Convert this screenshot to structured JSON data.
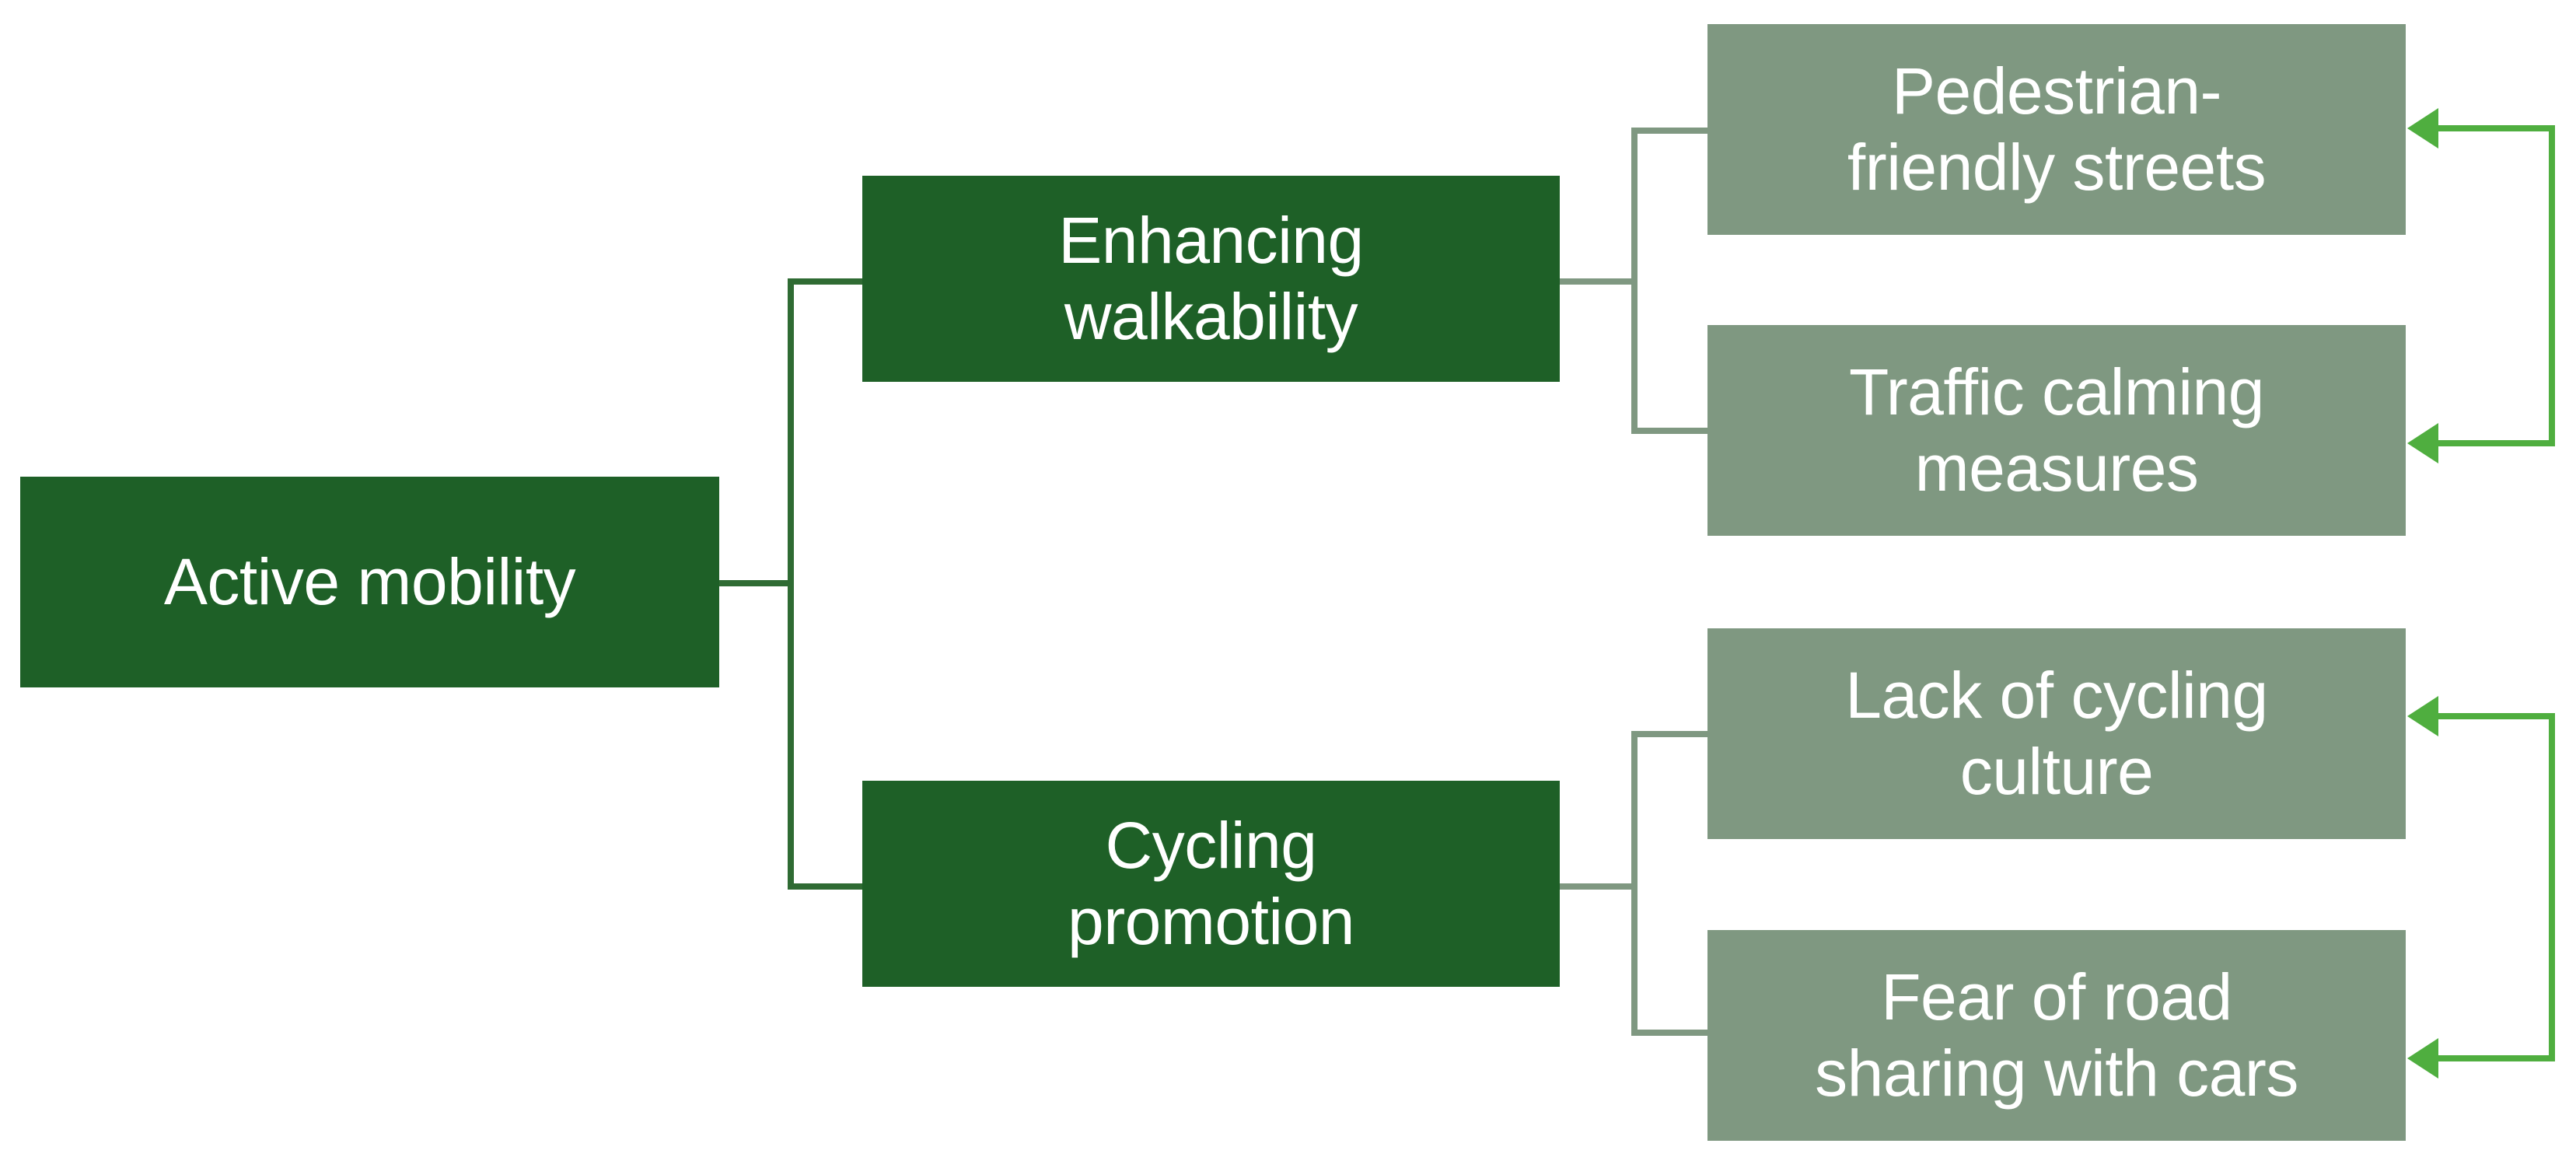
{
  "diagram": {
    "title": "Active mobility",
    "type": "hierarchy-tree",
    "colors": {
      "level1_box": "#1E6027",
      "level2_box": "#1E6027",
      "level3_box": "#7F9881",
      "connector_dark": "#2F6B33",
      "connector_light": "#7F9881",
      "arrow_green": "#4FAE3F",
      "text": "#FFFFFF",
      "background": "#FFFFFF"
    },
    "root": {
      "label": "Active mobility"
    },
    "branches": [
      {
        "label": "Enhancing walkability",
        "line1": "Enhancing",
        "line2": "walkability",
        "children": [
          {
            "label": "Pedestrian-friendly streets",
            "line1": "Pedestrian-",
            "line2": "friendly streets",
            "has_incoming_arrow": true
          },
          {
            "label": "Traffic calming measures",
            "line1": "Traffic calming",
            "line2": "measures",
            "has_incoming_arrow": true
          }
        ]
      },
      {
        "label": "Cycling promotion",
        "line1": "Cycling",
        "line2": "promotion",
        "children": [
          {
            "label": "Lack of cycling culture",
            "line1": "Lack of cycling",
            "line2": "culture",
            "has_incoming_arrow": true
          },
          {
            "label": "Fear of road sharing with cars",
            "line1": "Fear of road",
            "line2": "sharing with cars",
            "has_incoming_arrow": true
          }
        ]
      }
    ]
  }
}
